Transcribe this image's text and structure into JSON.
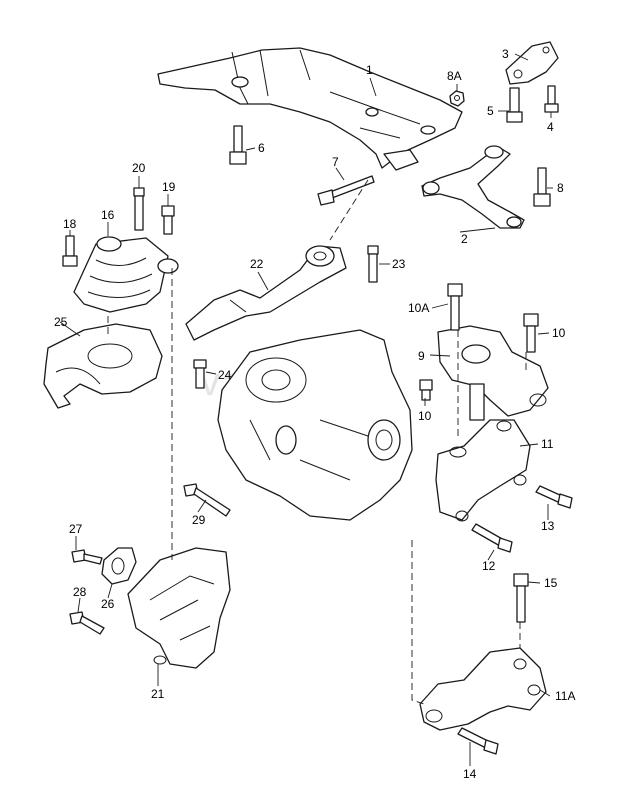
{
  "diagram": {
    "watermark": "vagteq.ru",
    "callouts": [
      "1",
      "2",
      "3",
      "4",
      "5",
      "6",
      "7",
      "8",
      "8A",
      "9",
      "10",
      "10",
      "10A",
      "11",
      "11A",
      "12",
      "13",
      "14",
      "15",
      "16",
      "18",
      "19",
      "20",
      "21",
      "22",
      "23",
      "24",
      "25",
      "26",
      "27",
      "28",
      "29"
    ]
  }
}
